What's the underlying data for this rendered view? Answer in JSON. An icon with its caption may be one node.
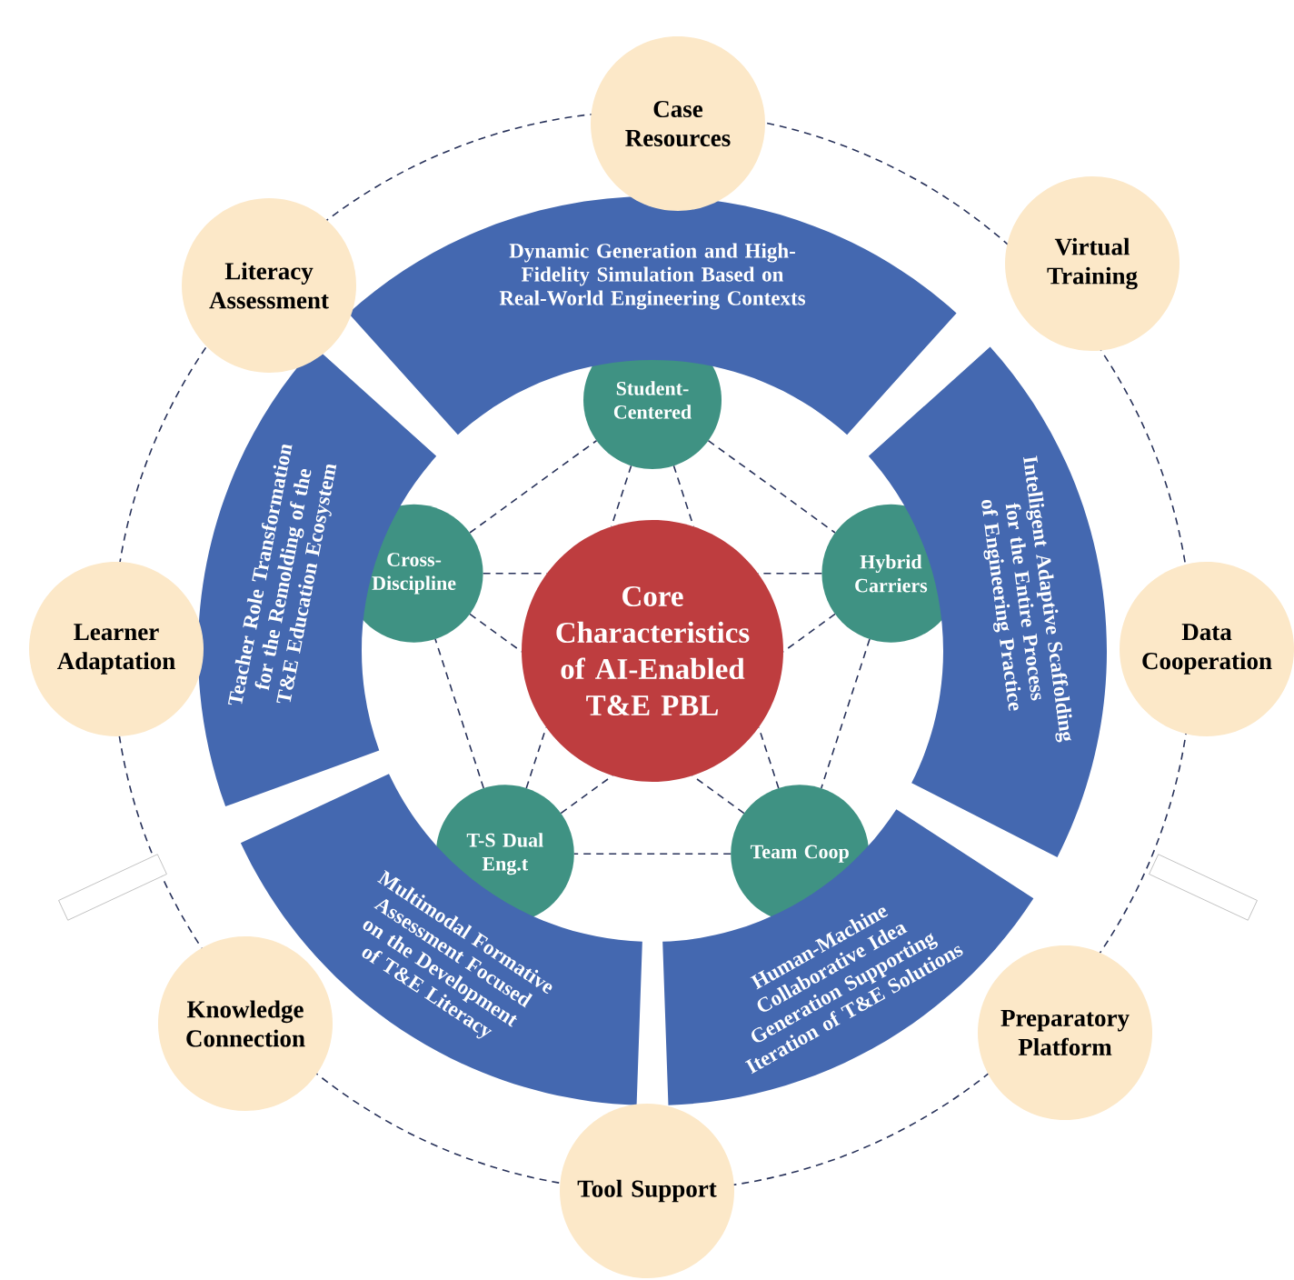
{
  "diagram": {
    "nodes": [
      {
        "text": [
          "Core Characteristics of AI-Enabled T&E PBL"
        ]
      },
      {
        "text": [
          "Student-Centered"
        ]
      },
      {
        "text": [
          "Hybrid Carriers"
        ]
      },
      {
        "text": [
          "Team Coop"
        ]
      },
      {
        "text": [
          "T-S Dual Eng.t"
        ]
      },
      {
        "text": [
          "Cross-Discipline"
        ]
      },
      {
        "text": [
          "Dynamic Generation and High-Fidelity Simulation Based on Real-World Engineering Contexts"
        ]
      },
      {
        "text": [
          "Intelligent Adaptive Scaffolding for the Entire Process of Engineering Practice"
        ]
      },
      {
        "text": [
          "Human-Machine Collaborative Idea Generation Supporting Iteration of T&E Solutions"
        ]
      },
      {
        "text": [
          "Multimodal Formative Assessment Focused on the Development of T&E Literacy"
        ]
      },
      {
        "text": [
          "Teacher Role Transformation for the Remolding of the T&E Education Ecosystem"
        ]
      },
      {
        "text": [
          "Case Resources"
        ]
      },
      {
        "text": [
          "Virtual Training"
        ]
      },
      {
        "text": [
          "Data Cooperation"
        ]
      },
      {
        "text": [
          "Preparatory Platform"
        ]
      },
      {
        "text": [
          "Tool Support"
        ]
      },
      {
        "text": [
          "Knowledge Connection"
        ]
      },
      {
        "text": [
          "Learner Adaptation"
        ]
      },
      {
        "text": [
          "Literacy Assessment"
        ]
      }
    ],
    "edges": [
      {
        "from": 1,
        "to": 2,
        "arrow": "none",
        "style": "dashed"
      },
      {
        "from": 2,
        "to": 3,
        "arrow": "none",
        "style": "dashed"
      },
      {
        "from": 3,
        "to": 4,
        "arrow": "none",
        "style": "dashed"
      },
      {
        "from": 4,
        "to": 5,
        "arrow": "none",
        "style": "dashed"
      },
      {
        "from": 5,
        "to": 1,
        "arrow": "none",
        "style": "dashed"
      },
      {
        "from": 1,
        "to": 0,
        "arrow": "none",
        "style": "dashed"
      },
      {
        "from": 1,
        "to": 0,
        "arrow": "none",
        "style": "dashed"
      },
      {
        "from": 2,
        "to": 0,
        "arrow": "none",
        "style": "dashed"
      },
      {
        "from": 2,
        "to": 0,
        "arrow": "none",
        "style": "dashed"
      },
      {
        "from": 3,
        "to": 0,
        "arrow": "none",
        "style": "dashed"
      },
      {
        "from": 3,
        "to": 0,
        "arrow": "none",
        "style": "dashed"
      },
      {
        "from": 4,
        "to": 0,
        "arrow": "none",
        "style": "dashed"
      },
      {
        "from": 4,
        "to": 0,
        "arrow": "none",
        "style": "dashed"
      },
      {
        "from": 5,
        "to": 0,
        "arrow": "none",
        "style": "dashed"
      },
      {
        "from": 5,
        "to": 0,
        "arrow": "none",
        "style": "dashed"
      }
    ]
  }
}
